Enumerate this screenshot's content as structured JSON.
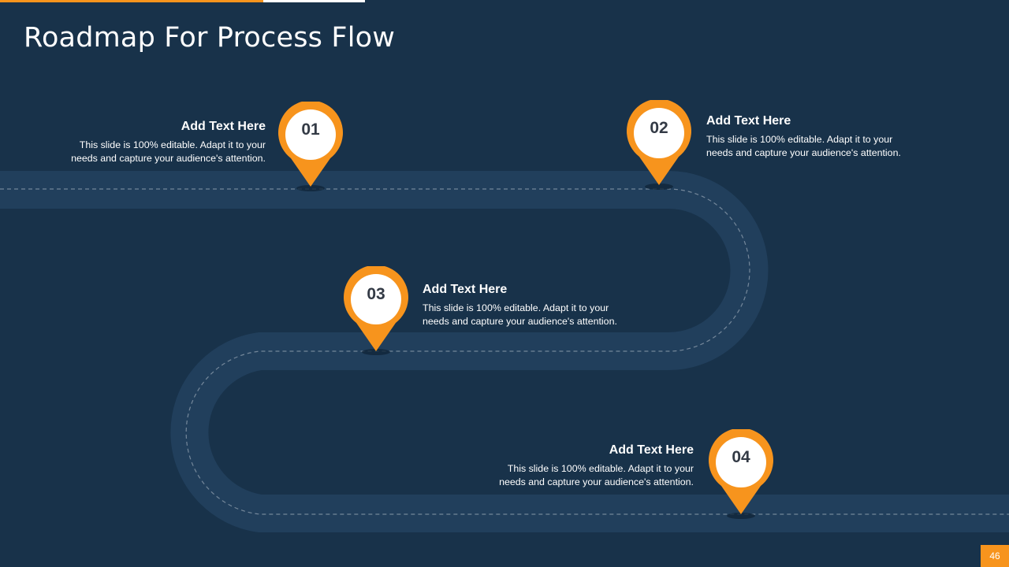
{
  "slide": {
    "title": "Roadmap For Process Flow",
    "page_number": "46"
  },
  "colors": {
    "background": "#18324a",
    "road": "#213f5c",
    "accent": "#f7941d",
    "pin_inner": "#ffffff",
    "number_text": "#333a45"
  },
  "milestones": [
    {
      "number": "01",
      "heading": "Add Text Here",
      "line1": "This slide is 100% editable. Adapt it to your",
      "line2": "needs and capture your audience's attention."
    },
    {
      "number": "02",
      "heading": "Add Text Here",
      "line1": "This slide is 100% editable. Adapt it to your",
      "line2": "needs and capture your audience's attention."
    },
    {
      "number": "03",
      "heading": "Add Text Here",
      "line1": "This slide is 100% editable. Adapt it to your",
      "line2": "needs and capture your audience's attention."
    },
    {
      "number": "04",
      "heading": "Add Text Here",
      "line1": "This slide is 100% editable. Adapt it to your",
      "line2": "needs and capture your audience's attention."
    }
  ]
}
